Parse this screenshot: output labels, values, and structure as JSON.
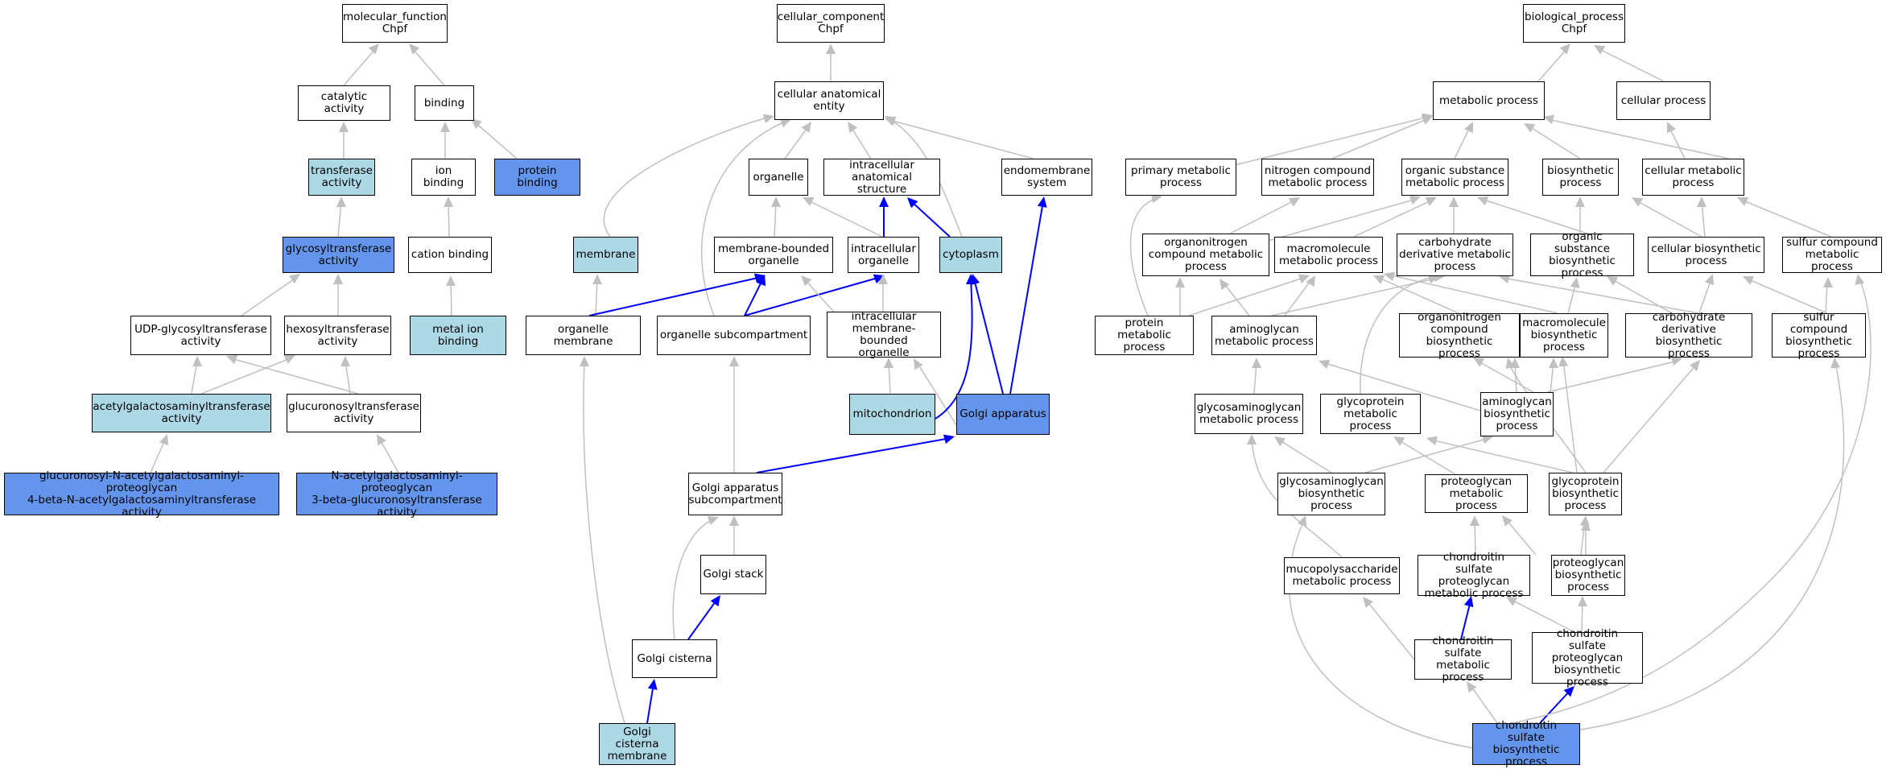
{
  "colors": {
    "plain": "#ffffff",
    "light": "#add8e6",
    "dark": "#6495ed",
    "edge_gray": "#c0c0c0",
    "edge_blue": "#0000ff"
  },
  "nodes": {
    "molecular_function": "molecular_function\nChpf",
    "catalytic_activity": "catalytic activity",
    "binding": "binding",
    "transferase_activity": "transferase\nactivity",
    "ion_binding": "ion binding",
    "protein_binding": "protein binding",
    "glycosyltransferase_activity": "glycosyltransferase\nactivity",
    "cation_binding": "cation binding",
    "udp_glycosyltransferase": "UDP-glycosyltransferase\nactivity",
    "hexosyltransferase": "hexosyltransferase\nactivity",
    "metal_ion_binding": "metal ion binding",
    "acetylgalactosaminyltransferase": "acetylgalactosaminyltransferase\nactivity",
    "glucuronosyltransferase": "glucuronosyltransferase\nactivity",
    "glcnac_galnac_transferase": "glucuronosyl-N-acetylgalactosaminyl-proteoglycan\n4-beta-N-acetylgalactosaminyltransferase\nactivity",
    "galnac_glcua_transferase": "N-acetylgalactosaminyl-proteoglycan\n3-beta-glucuronosyltransferase\nactivity",
    "cellular_component": "cellular_component\nChpf",
    "cellular_anatomical_entity": "cellular anatomical\nentity",
    "organelle": "organelle",
    "intracellular_anatomical_structure": "intracellular\nanatomical structure",
    "endomembrane_system": "endomembrane\nsystem",
    "membrane": "membrane",
    "membrane_bounded_organelle": "membrane-bounded\norganelle",
    "intracellular_organelle": "intracellular\norganelle",
    "cytoplasm": "cytoplasm",
    "organelle_membrane": "organelle membrane",
    "organelle_subcompartment": "organelle subcompartment",
    "intracellular_mb_organelle": "intracellular\nmembrane-bounded\norganelle",
    "mitochondrion": "mitochondrion",
    "golgi_apparatus": "Golgi apparatus",
    "golgi_subcompartment": "Golgi apparatus\nsubcompartment",
    "golgi_stack": "Golgi stack",
    "golgi_cisterna": "Golgi cisterna",
    "golgi_cisterna_membrane": "Golgi cisterna\nmembrane",
    "biological_process": "biological_process\nChpf",
    "metabolic_process": "metabolic process",
    "cellular_process": "cellular process",
    "primary_metabolic_process": "primary metabolic\nprocess",
    "nitrogen_compound_metabolic_process": "nitrogen compound\nmetabolic process",
    "organic_substance_metabolic_process": "organic substance\nmetabolic process",
    "biosynthetic_process": "biosynthetic\nprocess",
    "cellular_metabolic_process": "cellular metabolic\nprocess",
    "organonitrogen_compound_metabolic_process": "organonitrogen\ncompound metabolic\nprocess",
    "macromolecule_metabolic_process": "macromolecule\nmetabolic process",
    "carbohydrate_derivative_metabolic_process": "carbohydrate\nderivative metabolic\nprocess",
    "organic_substance_biosynthetic_process": "organic substance\nbiosynthetic\nprocess",
    "cellular_biosynthetic_process": "cellular biosynthetic\nprocess",
    "sulfur_compound_metabolic_process": "sulfur compound\nmetabolic process",
    "protein_metabolic_process": "protein metabolic\nprocess",
    "aminoglycan_metabolic_process": "aminoglycan\nmetabolic process",
    "organonitrogen_compound_biosynthetic_process": "organonitrogen\ncompound biosynthetic\nprocess",
    "macromolecule_biosynthetic_process": "macromolecule\nbiosynthetic\nprocess",
    "carbohydrate_derivative_biosynthetic_process": "carbohydrate\nderivative biosynthetic\nprocess",
    "sulfur_compound_biosynthetic_process": "sulfur compound\nbiosynthetic\nprocess",
    "glycosaminoglycan_metabolic_process": "glycosaminoglycan\nmetabolic process",
    "glycoprotein_metabolic_process": "glycoprotein\nmetabolic process",
    "aminoglycan_biosynthetic_process": "aminoglycan\nbiosynthetic\nprocess",
    "glycosaminoglycan_biosynthetic_process": "glycosaminoglycan\nbiosynthetic\nprocess",
    "proteoglycan_metabolic_process": "proteoglycan\nmetabolic process",
    "glycoprotein_biosynthetic_process": "glycoprotein\nbiosynthetic\nprocess",
    "mucopolysaccharide_metabolic_process": "mucopolysaccharide\nmetabolic process",
    "chondroitin_sulfate_proteoglycan_metabolic_process": "chondroitin\nsulfate proteoglycan\nmetabolic process",
    "proteoglycan_biosynthetic_process": "proteoglycan\nbiosynthetic\nprocess",
    "chondroitin_sulfate_metabolic_process": "chondroitin\nsulfate metabolic\nprocess",
    "chondroitin_sulfate_proteoglycan_biosynthetic_process": "chondroitin\nsulfate proteoglycan\nbiosynthetic\nprocess",
    "chondroitin_sulfate_biosynthetic_process": "chondroitin\nsulfate biosynthetic\nprocess"
  }
}
